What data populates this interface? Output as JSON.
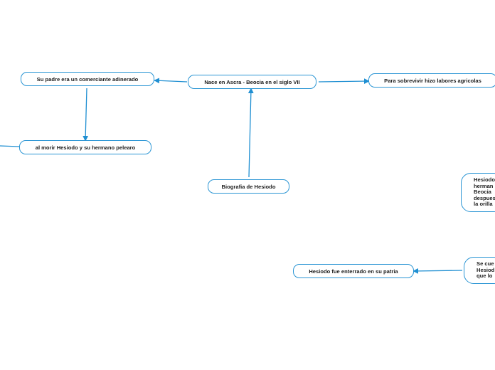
{
  "colors": {
    "line": "#1f8fd2",
    "border": "#2a95d4",
    "text": "#1c1c1c"
  },
  "nodes": {
    "center": "Biografia de Hesiodo",
    "nace": "Nace en Ascra - Beocia en el siglo VII",
    "padre": "Su padre era un comerciante adinerado",
    "morir": "al morir Hesiodo y su hermano pelearo",
    "sobrevivir": "Para sobrevivir hizo labores agricolas",
    "enterrado": "Hesiodo fue enterrado en su patria",
    "hesiodo_right": {
      "lines": [
        "Hesiodo",
        "herman",
        "Beocia",
        "despues",
        "la orilla"
      ]
    },
    "secue_right": {
      "lines": [
        "Se cue",
        "Hesiod",
        "que lo"
      ]
    }
  }
}
